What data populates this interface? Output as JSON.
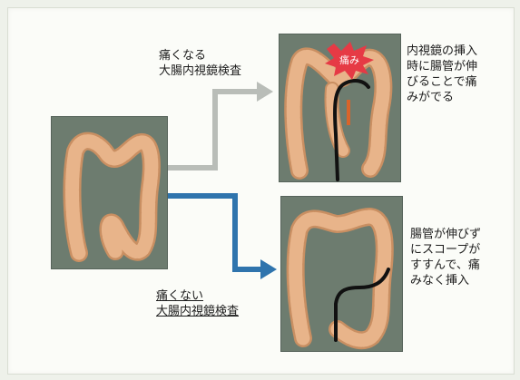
{
  "top": {
    "label_line1": "痛くなる",
    "label_line2": "大腸内視鏡検査",
    "pain_badge": "痛み",
    "description": [
      "内視鏡の挿入",
      "時に腸管が伸",
      "びることで痛",
      "みがでる"
    ]
  },
  "bottom": {
    "label_line1": "痛くない",
    "label_line2": "大腸内視鏡検査",
    "description": [
      "腸管が伸びず",
      "にスコープが",
      "すすんで、痛",
      "みなく挿入"
    ]
  },
  "colors": {
    "panel_bg": "#6d7c6f",
    "colon": "#e8b48a",
    "colon_shade": "#c98f62",
    "arrow_top": "#b9bdb8",
    "arrow_bottom": "#2f74ad",
    "scope": "#111111",
    "pain_burst": "#e63a45"
  }
}
